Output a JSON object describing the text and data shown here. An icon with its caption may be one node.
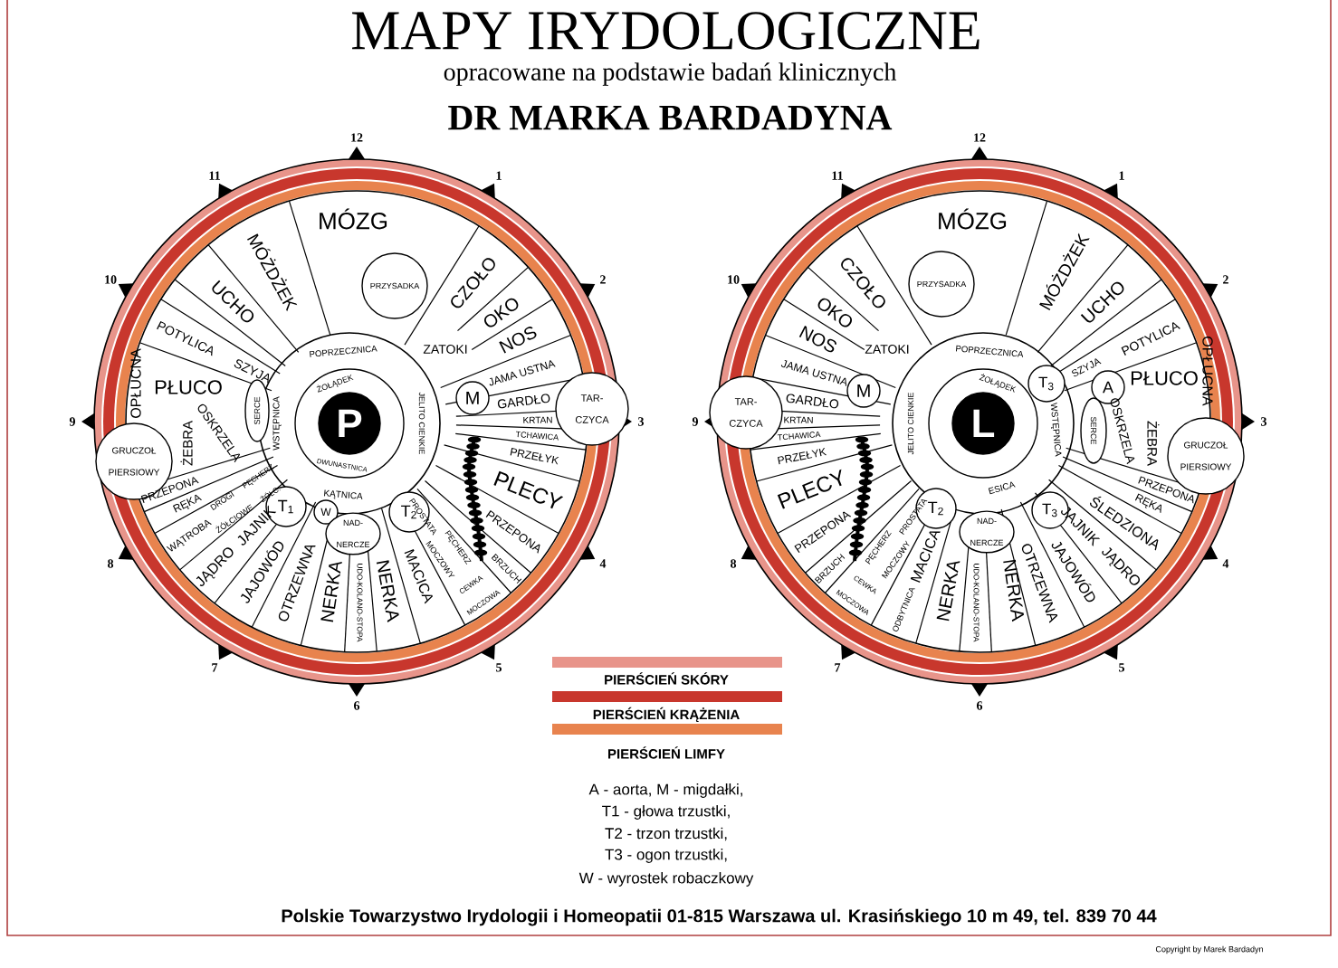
{
  "diagram": {
    "title": "MAPY IRYDOLOGICZNE",
    "nodes": [
      {
        "text": [
          "PRZYSADKA"
        ]
      },
      {
        "text": [
          "GRUCZOŁ PIERSIOWY"
        ]
      },
      {
        "text": [
          "SERCE"
        ]
      },
      {
        "text": [
          "T$_{1}$"
        ]
      },
      {
        "text": [
          "W"
        ]
      },
      {
        "text": [
          "NAD-NERCZE"
        ]
      },
      {
        "text": [
          "T$_{2}$"
        ]
      },
      {
        "text": [
          "TAR-CZYCA"
        ]
      },
      {
        "text": [
          "M"
        ]
      },
      {
        "text": [
          "P"
        ]
      },
      {
        "text": [
          "PRZYSADKA"
        ]
      },
      {
        "text": [
          "TAR-CZYCA"
        ]
      },
      {
        "text": [
          "M"
        ]
      },
      {
        "text": [
          "T$_{2}$"
        ]
      },
      {
        "text": [
          "NAD-NERCZE"
        ]
      },
      {
        "text": [
          "L"
        ]
      },
      {
        "text": [
          "T$_{3}$"
        ]
      },
      {
        "text": [
          "A"
        ]
      },
      {
        "text": [
          "SERCE"
        ]
      },
      {
        "text": [
          "T$_{3}$"
        ]
      },
      {
        "text": [
          "GRUCZOŁ PIERSIOWY"
        ]
      }
    ],
    "labels": [
      "opracowane na podstawie badań klinicznych",
      "DR MARKA BARDADYNA",
      "MÓZG",
      "MÓŻDŻEK",
      "UCHO",
      "POTYLICA",
      "SZYJA",
      "PŁUCO",
      "OPŁUCNA",
      "ŻEBRA",
      "OSKRZELA",
      "PRZEPONA",
      "RĘKA",
      "WĄTROBA",
      "DROGI ŻÓŁCIOWE",
      "PĘCHERZ ŻÓŁC.",
      "JAJNIK",
      "JĄDRO",
      "JAJOWÓD",
      "OTRZEWNA",
      "NERKA",
      "UDO-KOLANO-STOPA",
      "NERKA",
      "MACICA",
      "PROSTATA",
      "CEWKA MOCZOWA",
      "PĘCHERZ MOCZOWY",
      "BRZUCH",
      "PRZEPONA",
      "PLECY",
      "PRZEŁYK",
      "TCHAWICA",
      "KRTAN",
      "GARDŁO",
      "JAMA USTNA",
      "NOS",
      "OKO",
      "CZOŁO",
      "ZATOKI",
      "POPRZECZNICA",
      "ŻOŁĄDEK",
      "WSTĘPNICA",
      "JELITO CIENKIE",
      "DWUNASTNICA",
      "KĄTNICA",
      "MÓZG",
      "CZOŁO",
      "OKO",
      "NOS",
      "ZATOKI",
      "JAMA USTNA",
      "GARDŁO",
      "KRTAN",
      "TCHAWICA",
      "PRZEŁYK",
      "PLECY",
      "PRZEPONA",
      "BRZUCH",
      "PĘCHERZ MOCZOWY",
      "CEWKA MOCZOWA",
      "PROSTATA",
      "MACICA",
      "ODBYTNICA",
      "NERKA",
      "UDO-KOLANO-STOPA",
      "NERKA",
      "ESICA",
      "JELITO CIENKIE",
      "POPRZECZNICA",
      "ŻOŁĄDEK",
      "WSTĘPNICA",
      "MÓŻDŻEK",
      "UCHO",
      "POTYLICA",
      "SZYJA",
      "PŁUCO",
      "OSKRZELA",
      "ŻEBRA",
      "OPŁUCNA",
      "PRZEPONA",
      "RĘKA",
      "ŚLEDZIONA",
      "JAJNIK",
      "JĄDRO",
      "JAJOWÓD",
      "OTRZEWNA",
      "12",
      "1",
      "2",
      "3",
      "4",
      "5",
      "6",
      "7",
      "8",
      "9",
      "10",
      "11",
      "12",
      "1",
      "2",
      "3",
      "4",
      "5",
      "6",
      "7",
      "8",
      "9",
      "10",
      "11",
      "A - aorta, M - migdałki,",
      "T1 - głowa trzustki,",
      "T2 - trzon trzustki,",
      "T3 - ogon trzustki,",
      "W - wyrostek robaczkowy",
      "Polskie Towarzystwo Irydologii i Homeopatii 01-815 Warszawa ul. Krasińskiego 10 m 49, tel. 839 70 44",
      "Copyright by Marek Bardadyn"
    ],
    "legend": [
      {
        "text": "PIERŚCIEŃ SKÓRY",
        "color": "#e8948a"
      },
      {
        "text": "PIERŚCIEŃ KRĄŻENIA",
        "color": "#c8372d"
      },
      {
        "text": "PIERŚCIEŃ LIMFY",
        "color": "#e8834e"
      }
    ]
  }
}
